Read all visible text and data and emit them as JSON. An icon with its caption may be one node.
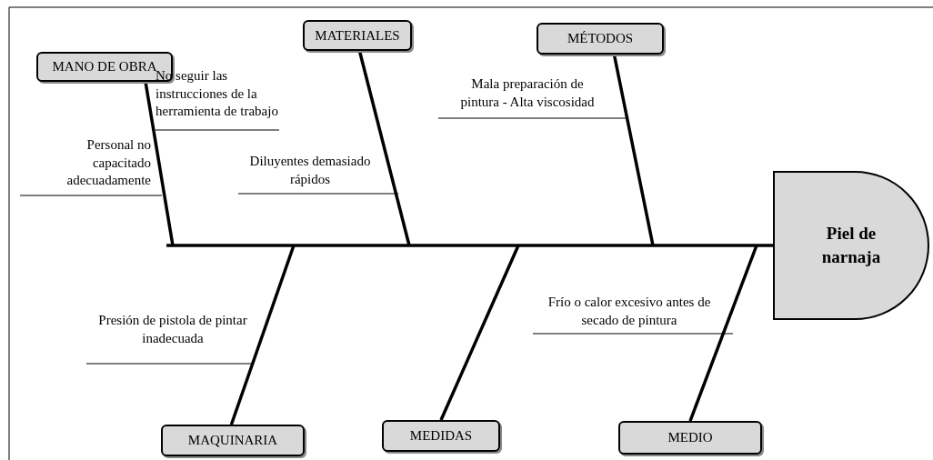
{
  "diagram": {
    "nodes": [
      {
        "text": [
          "MANO DE OBRA"
        ]
      },
      {
        "text": [
          "MATERIALES"
        ]
      },
      {
        "text": [
          "MÉTODOS"
        ]
      },
      {
        "text": [
          "No seguir las instrucciones de la herramienta de trabajo"
        ]
      },
      {
        "text": [
          "Mala preparación de pintura - Alta viscosidad"
        ]
      },
      {
        "text": [
          "Personal no capacitado adecuadamente"
        ]
      },
      {
        "text": [
          "Diluyentes demasiado rápidos"
        ]
      },
      {
        "text": [
          "Piel de narnaja"
        ]
      },
      {
        "text": [
          "Frío o calor excesivo antes de secado de pintura"
        ]
      },
      {
        "text": [
          "Presión de pistola de pintar inadecuada"
        ]
      },
      {
        "text": [
          "MAQUINARIA"
        ]
      },
      {
        "text": [
          "MEDIDAS"
        ]
      },
      {
        "text": [
          "MEDIO"
        ]
      }
    ],
    "edges": [
      {
        "from": null,
        "to": 7,
        "arrow": "none"
      },
      {
        "from": 0,
        "to": null,
        "arrow": "none"
      },
      {
        "from": 1,
        "to": null,
        "arrow": "none"
      },
      {
        "from": 2,
        "to": null,
        "arrow": "none"
      },
      {
        "from": 10,
        "to": null,
        "arrow": "none"
      },
      {
        "from": 11,
        "to": null,
        "arrow": "none"
      },
      {
        "from": 12,
        "to": null,
        "arrow": "none"
      },
      {
        "from": 3,
        "to": null,
        "arrow": "none"
      },
      {
        "from": 4,
        "to": null,
        "arrow": "none"
      },
      {
        "from": 5,
        "to": null,
        "arrow": "none"
      },
      {
        "from": 6,
        "to": null,
        "arrow": "none"
      },
      {
        "from": 8,
        "to": null,
        "arrow": "none"
      },
      {
        "from": 9,
        "to": null,
        "arrow": "none"
      }
    ]
  }
}
